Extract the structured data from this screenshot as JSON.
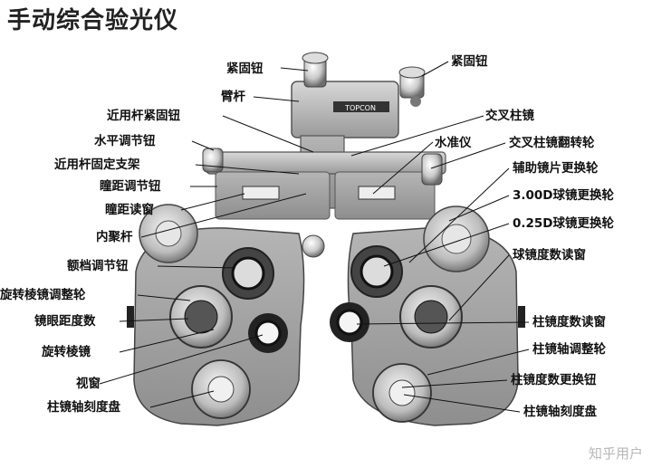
{
  "title": "手动综合验光仪",
  "brand_plate": "TOPCON",
  "watermark": "知乎用户",
  "labels_left": [
    "紧固钮",
    "臂杆",
    "近用杆紧固钮",
    "水平调节钮",
    "近用杆固定支架",
    "瞳距调节钮",
    "瞳距读窗",
    "内聚杆",
    "额档调节钮",
    "旋转棱镜调整轮",
    "镜眼距度数",
    "旋转棱镜",
    "视窗",
    "柱镜轴刻度盘"
  ],
  "labels_right": [
    "紧固钮",
    "交叉柱镜",
    "水准仪",
    "交叉柱镜翻转轮",
    "辅助镜片更换轮",
    "3.00D球镜更换轮",
    "0.25D球镜更换轮",
    "球镜度数读窗",
    "柱镜度数读窗",
    "柱镜轴调整轮",
    "柱镜度数更换钮",
    "柱镜轴刻度盘"
  ]
}
